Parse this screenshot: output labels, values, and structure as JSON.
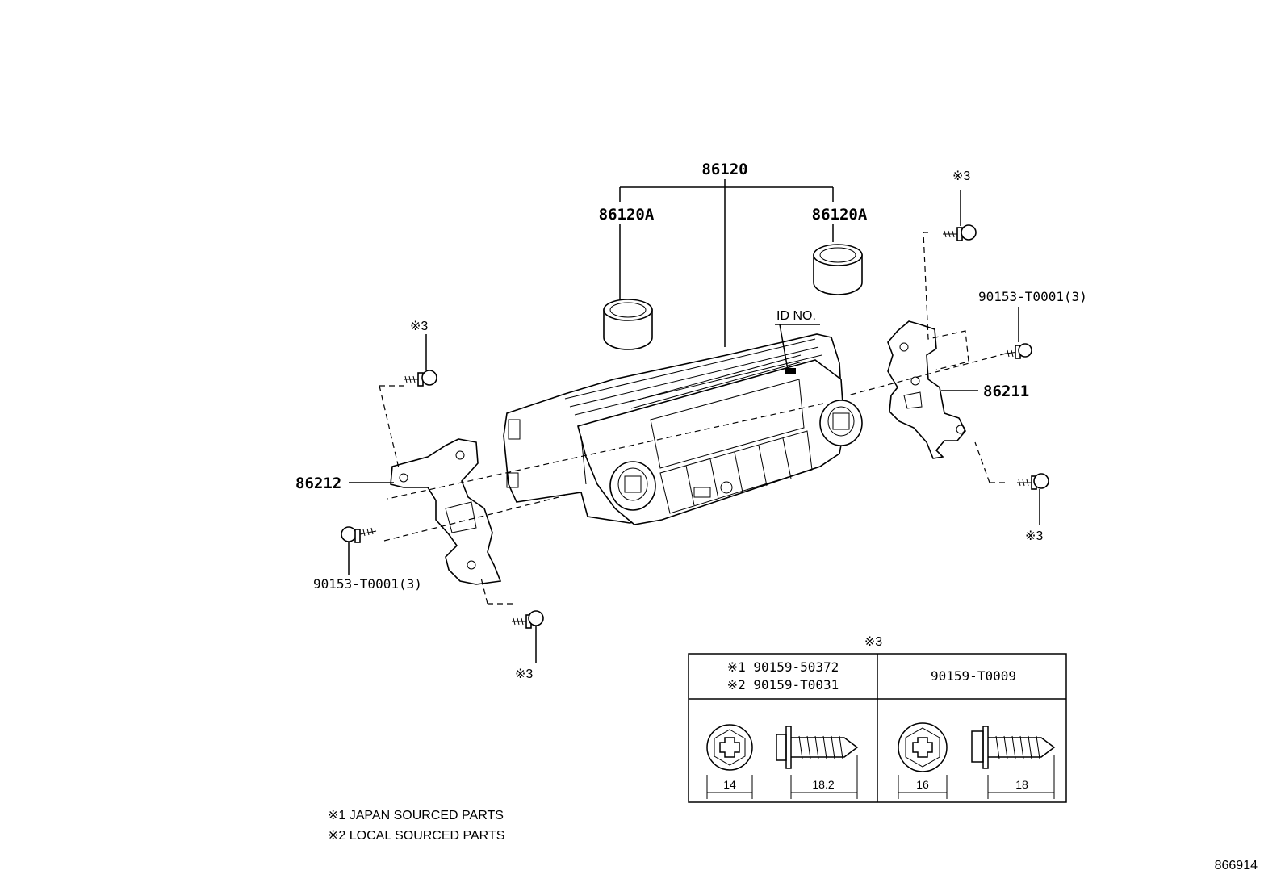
{
  "labels": {
    "assembly": "86120",
    "knob_left": "86120A",
    "knob_right": "86120A",
    "id_no": "ID NO.",
    "bracket_right": "86211",
    "bracket_left": "86212",
    "screw_right": "90153-T0001(3)",
    "screw_left": "90153-T0001(3)",
    "note_ref_top_left": "※3",
    "note_ref_top_right": "※3",
    "note_ref_bottom_right": "※3",
    "note_ref_bottom_left": "※3"
  },
  "table": {
    "title": "※3",
    "col1_line1": "※1 90159-50372",
    "col1_line2": "※2 90159-T0031",
    "col2": "90159-T0009",
    "dim_1a": "14",
    "dim_1b": "18.2",
    "dim_2a": "16",
    "dim_2b": "18"
  },
  "notes": {
    "note1": "※1 JAPAN SOURCED PARTS",
    "note2": "※2 LOCAL SOURCED PARTS"
  },
  "diagram_id": "866914"
}
